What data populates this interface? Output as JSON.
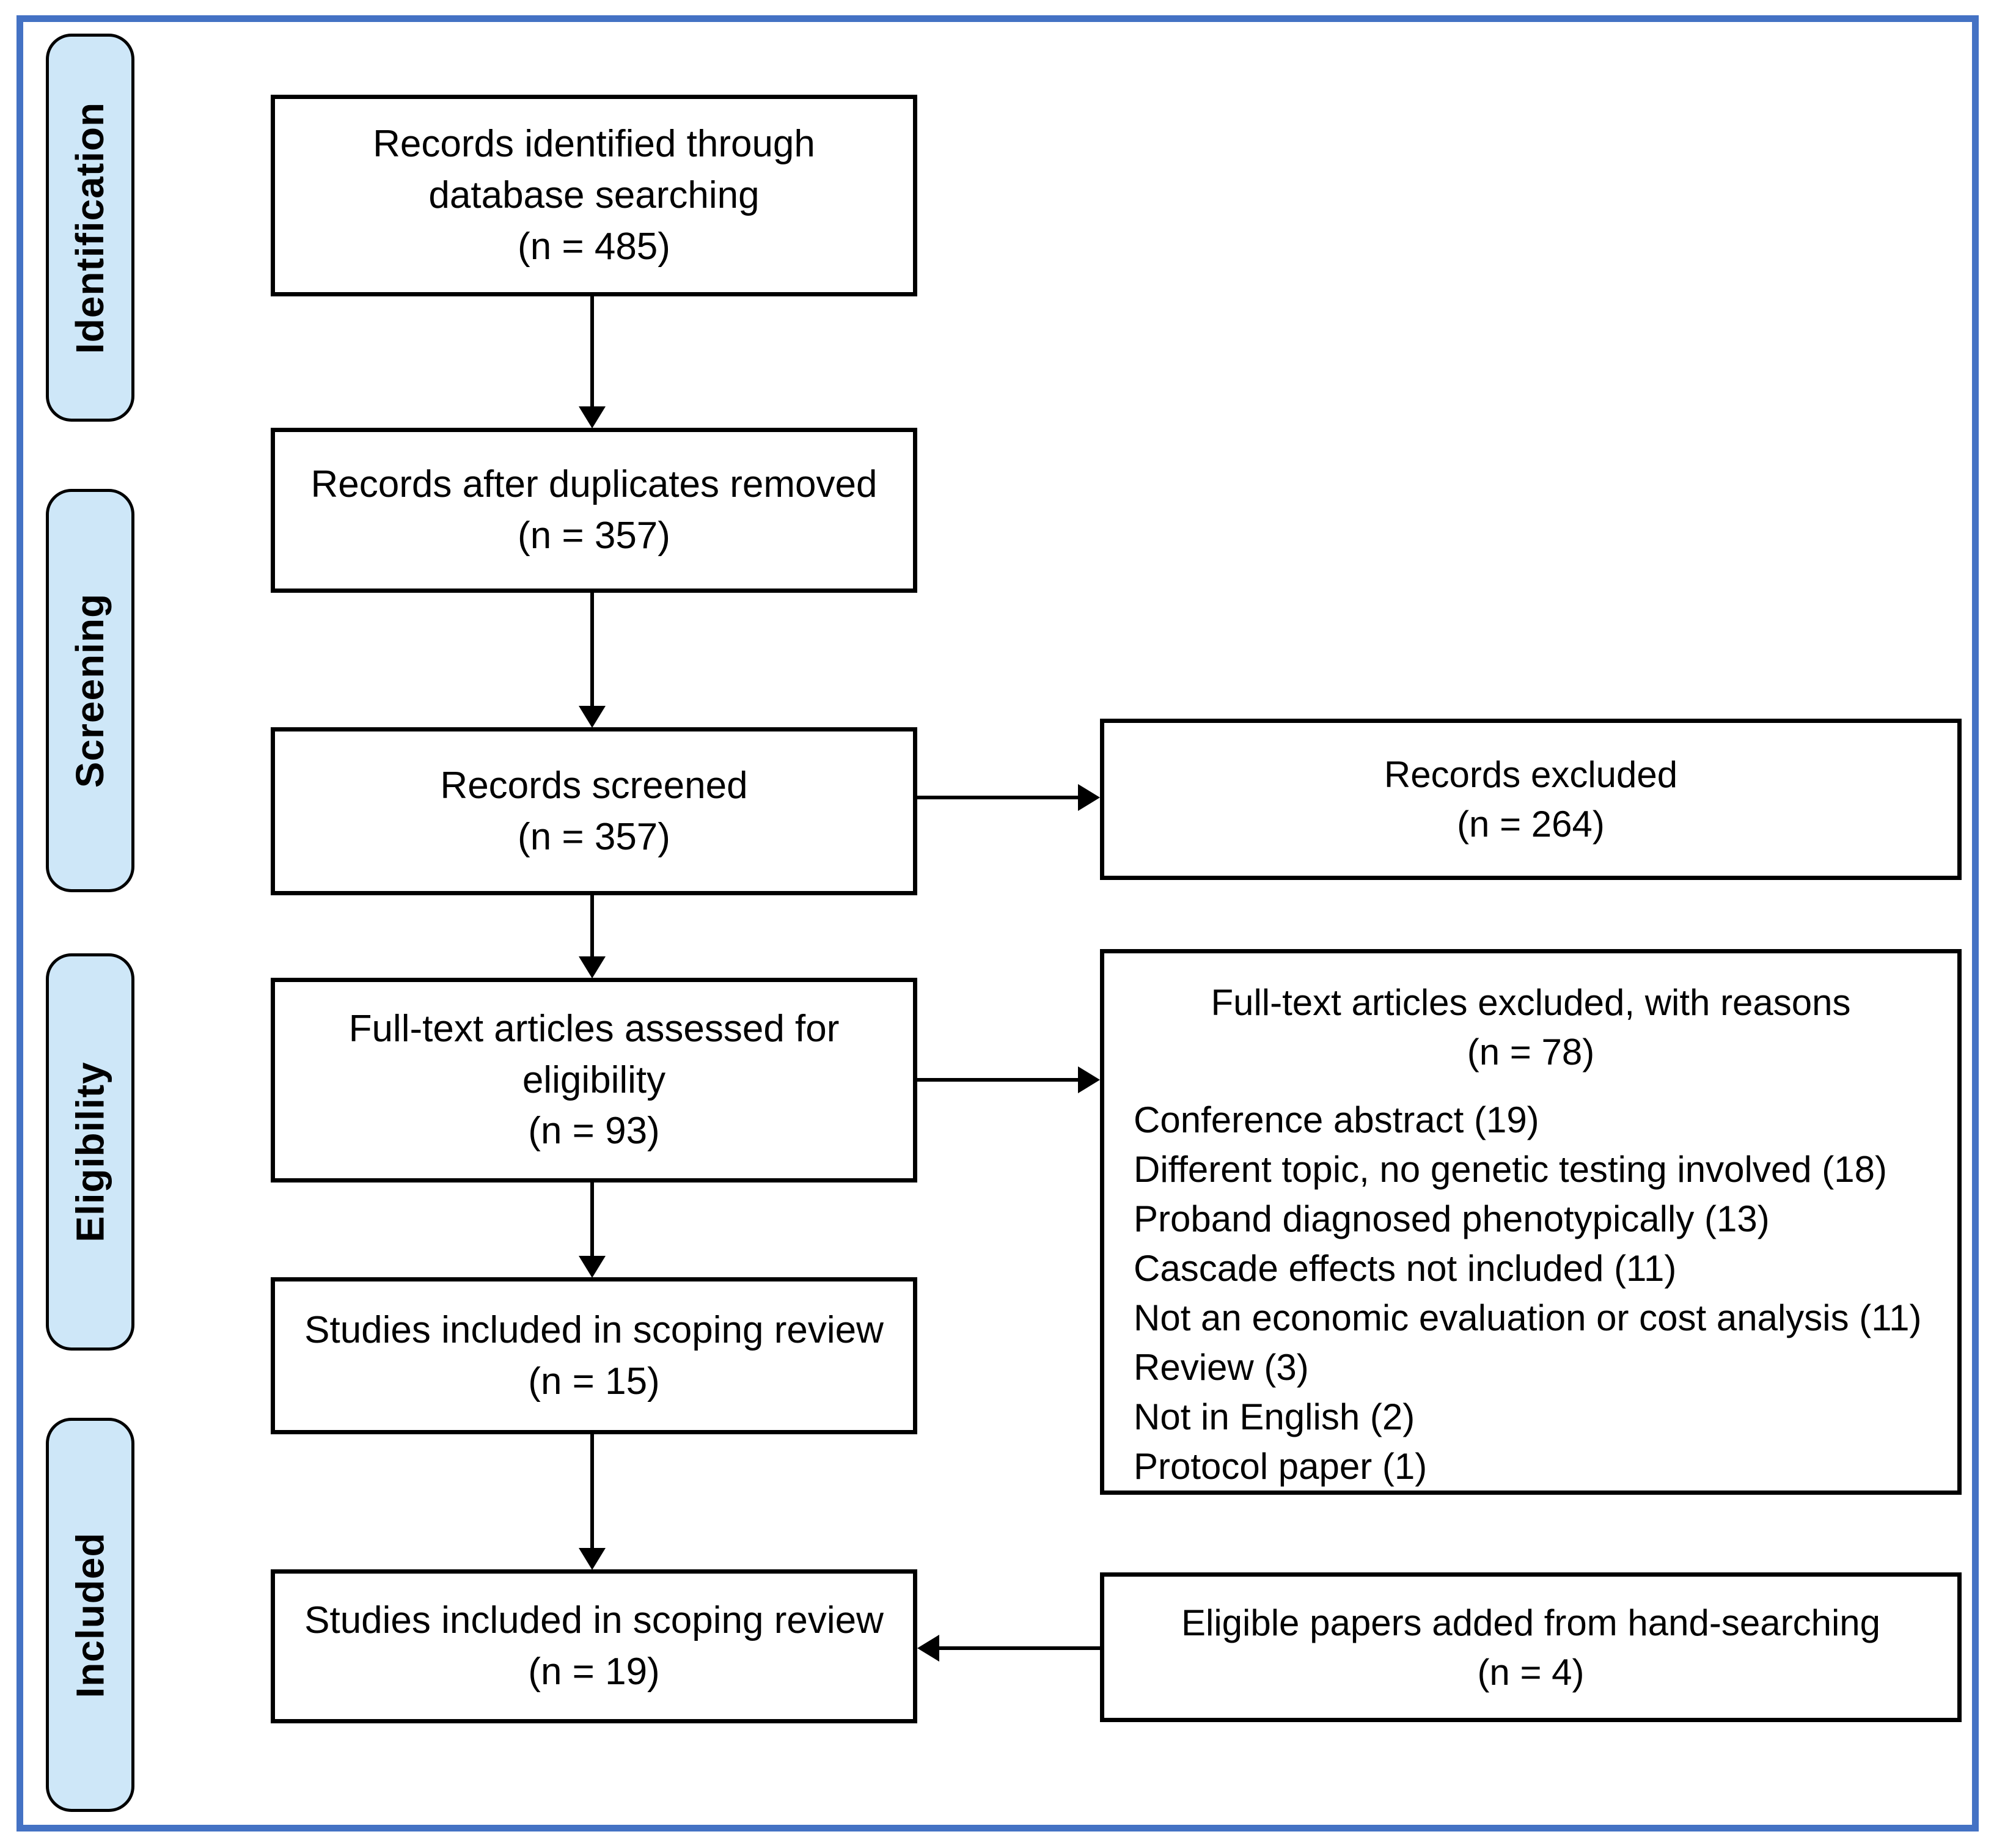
{
  "diagram": {
    "type": "PRISMA flow diagram",
    "accent_border_color": "#4472C4",
    "stage_fill_color": "#CEE7F8"
  },
  "stages": [
    {
      "label": "Identification"
    },
    {
      "label": "Screening"
    },
    {
      "label": "Eligibility"
    },
    {
      "label": "Included"
    }
  ],
  "boxes": {
    "identified": {
      "label": "Records identified through database searching",
      "count": "(n = 485)"
    },
    "deduplicated": {
      "label": "Records after duplicates removed",
      "count": "(n = 357)"
    },
    "screened": {
      "label": "Records screened",
      "count": "(n = 357)"
    },
    "records_excluded": {
      "label": "Records excluded",
      "count": "(n = 264)"
    },
    "fulltext_assessed": {
      "label": "Full-text articles assessed for eligibility",
      "count": "(n = 93)"
    },
    "fulltext_excluded": {
      "label": "Full-text articles excluded, with reasons",
      "count": "(n = 78)",
      "reasons": [
        "Conference abstract (19)",
        "Different topic, no genetic testing involved (18)",
        "Proband diagnosed phenotypically (13)",
        "Cascade effects not included (11)",
        "Not an economic evaluation or cost analysis (11)",
        "Review (3)",
        "Not in English (2)",
        "Protocol paper (1)"
      ]
    },
    "scoping_review": {
      "label": "Studies included in scoping review",
      "count": "(n = 15)"
    },
    "scoping_review_final": {
      "label": "Studies included in scoping review",
      "count": "(n = 19)"
    },
    "handsearch": {
      "label": "Eligible papers added from hand-searching",
      "count": "(n = 4)"
    }
  }
}
